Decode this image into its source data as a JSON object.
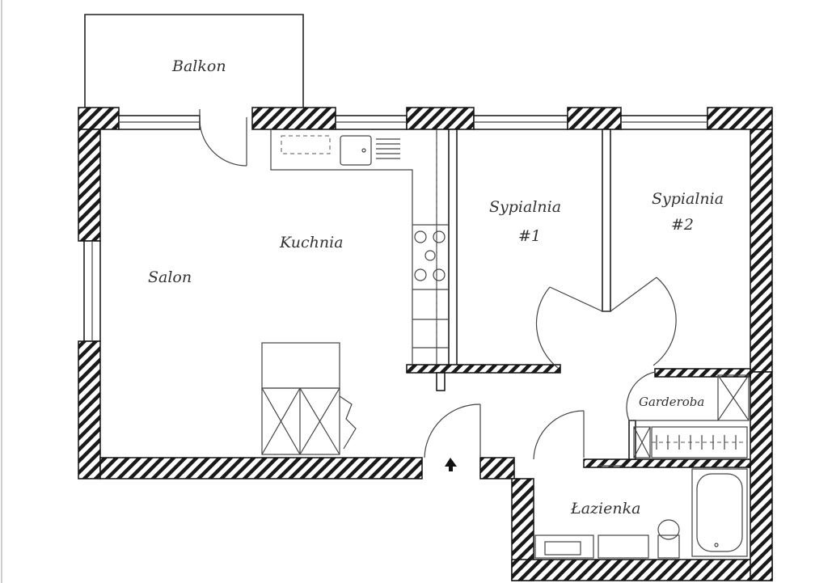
{
  "colors": {
    "ink": "#222222",
    "hatch": "#1a1a1a",
    "paper": "#ffffff"
  },
  "rooms": {
    "balkon": "Balkon",
    "salon": "Salon",
    "kuchnia": "Kuchnia",
    "sypialnia1_line1": "Sypialnia",
    "sypialnia1_line2": "#1",
    "sypialnia2_line1": "Sypialnia",
    "sypialnia2_line2": "#2",
    "garderoba": "Garderoba",
    "lazienka": "Łazienka"
  },
  "icons": {
    "entrance": "arrow-up-icon"
  }
}
